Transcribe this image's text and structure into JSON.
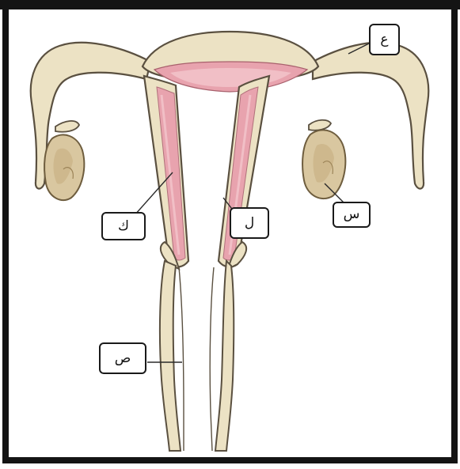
{
  "diagram": {
    "labels": {
      "fallopian_tube": "ع",
      "ovary": "س",
      "uterine_wall": "ل",
      "uterine_lining": "ك",
      "vagina": "ص"
    }
  },
  "colors": {
    "frame": "#141414",
    "organ_fill": "#ece2c4",
    "organ_outline": "#5a5040",
    "lining_pink": "#e8a3ae",
    "lining_inner": "#f2c6cc",
    "ovary_fill": "#d9c7a0",
    "ovary_shadow": "#b89f72"
  }
}
